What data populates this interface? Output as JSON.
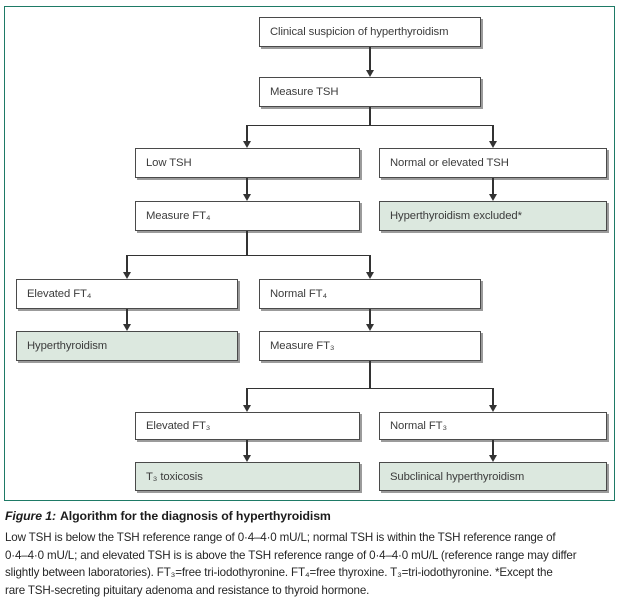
{
  "colors": {
    "frame_border": "#1e7a66",
    "node_border": "#4a4a4a",
    "outcome_fill": "#dce8df",
    "connector": "#333333",
    "text": "#3c3c3c"
  },
  "flowchart": {
    "nodes": {
      "clinical_suspicion": {
        "label": "Clinical suspicion of hyperthyroidism",
        "type": "step"
      },
      "measure_tsh": {
        "label": "Measure TSH",
        "type": "step"
      },
      "low_tsh": {
        "label": "Low TSH",
        "type": "step"
      },
      "normal_or_elevated_tsh": {
        "label": "Normal or elevated TSH",
        "type": "step"
      },
      "measure_ft4": {
        "label": "Measure FT₄",
        "type": "step"
      },
      "hyperthyroidism_excluded": {
        "label": "Hyperthyroidism excluded*",
        "type": "outcome"
      },
      "elevated_ft4": {
        "label": "Elevated FT₄",
        "type": "step"
      },
      "normal_ft4": {
        "label": "Normal FT₄",
        "type": "step"
      },
      "hyperthyroidism": {
        "label": "Hyperthyroidism",
        "type": "outcome"
      },
      "measure_ft3": {
        "label": "Measure FT₃",
        "type": "step"
      },
      "elevated_ft3": {
        "label": "Elevated FT₃",
        "type": "step"
      },
      "normal_ft3": {
        "label": "Normal FT₃",
        "type": "step"
      },
      "t3_toxicosis": {
        "label": "T₃ toxicosis",
        "type": "outcome"
      },
      "subclinical_hyperthyroidism": {
        "label": "Subclinical hyperthyroidism",
        "type": "outcome"
      }
    }
  },
  "caption": {
    "label": "Figure 1:",
    "title": "Algorithm for the diagnosis of hyperthyroidism",
    "lines": [
      "Low TSH is below the TSH reference range of 0·4–4·0 mU/L; normal TSH is within the TSH reference range of",
      "0·4–4·0 mU/L; and elevated TSH is is above the TSH reference range of 0·4–4·0 mU/L (reference range may differ",
      "slightly between laboratories). FT₃=free tri-iodothyronine. FT₄=free thyroxine. T₃=tri-iodothyronine. *Except the",
      "rare TSH-secreting pituitary adenoma and resistance to thyroid hormone."
    ]
  }
}
